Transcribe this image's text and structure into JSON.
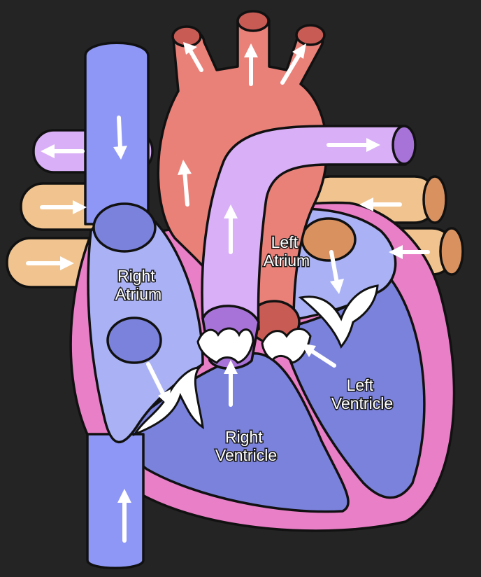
{
  "labels": {
    "right_atrium": [
      "Right",
      "Atrium"
    ],
    "left_atrium": [
      "Left",
      "Atrium"
    ],
    "right_ventricle": [
      "Right",
      "Ventricle"
    ],
    "left_ventricle": [
      "Left",
      "Ventricle"
    ]
  },
  "colors": {
    "background": "#242424",
    "vena_cava": "#8e97f5",
    "right_chambers": "#aab2f5",
    "right_ventricle": "#7b82dc",
    "aorta": "#ea8178",
    "pulmonary_artery": "#d9aff7",
    "pulmonary_veins": "#f1c48f",
    "heart_wall": "#e97fc6",
    "valves": "#ffffff"
  },
  "icons": [
    "flow-arrow-icon"
  ]
}
